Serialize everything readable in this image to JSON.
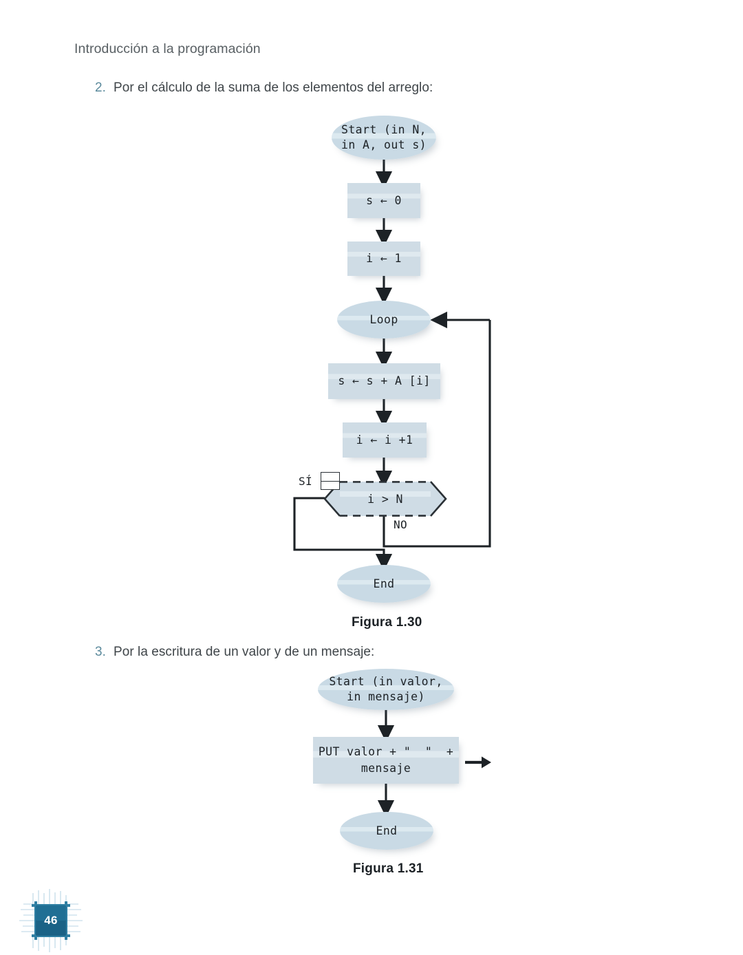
{
  "header": {
    "running_head": "Introducción a la programación"
  },
  "items": [
    {
      "number": "2.",
      "text": "Por el cálculo de la suma de los elementos del arreglo:"
    },
    {
      "number": "3.",
      "text": "Por la escritura de un valor y de un mensaje:"
    }
  ],
  "figure_1": {
    "caption": "Figura 1.30",
    "nodes": {
      "start": "Start (in N,\nin A, out s)",
      "init_s": "s ← 0",
      "init_i": "i ← 1",
      "loop": "Loop",
      "accumulate": "s ← s + A [i]",
      "increment": "i ← i +1",
      "decision": "i > N",
      "end": "End"
    },
    "branch_yes": "SÍ",
    "branch_no": "NO"
  },
  "figure_2": {
    "caption": "Figura 1.31",
    "nodes": {
      "start": "Start (in valor,\nin mensaje)",
      "put": "PUT valor + \"  \"  +\nmensaje",
      "end": "End"
    }
  },
  "footer": {
    "page_number": "46"
  },
  "colors": {
    "node_fill": "#cfdce5",
    "node_fill_light": "#dfe9ef",
    "text_dark": "#1d2226",
    "accent_teal": "#5b8a9c",
    "body_text": "#3f4549",
    "chip_blue": "#1a6286",
    "stroke": "#2b3136"
  }
}
